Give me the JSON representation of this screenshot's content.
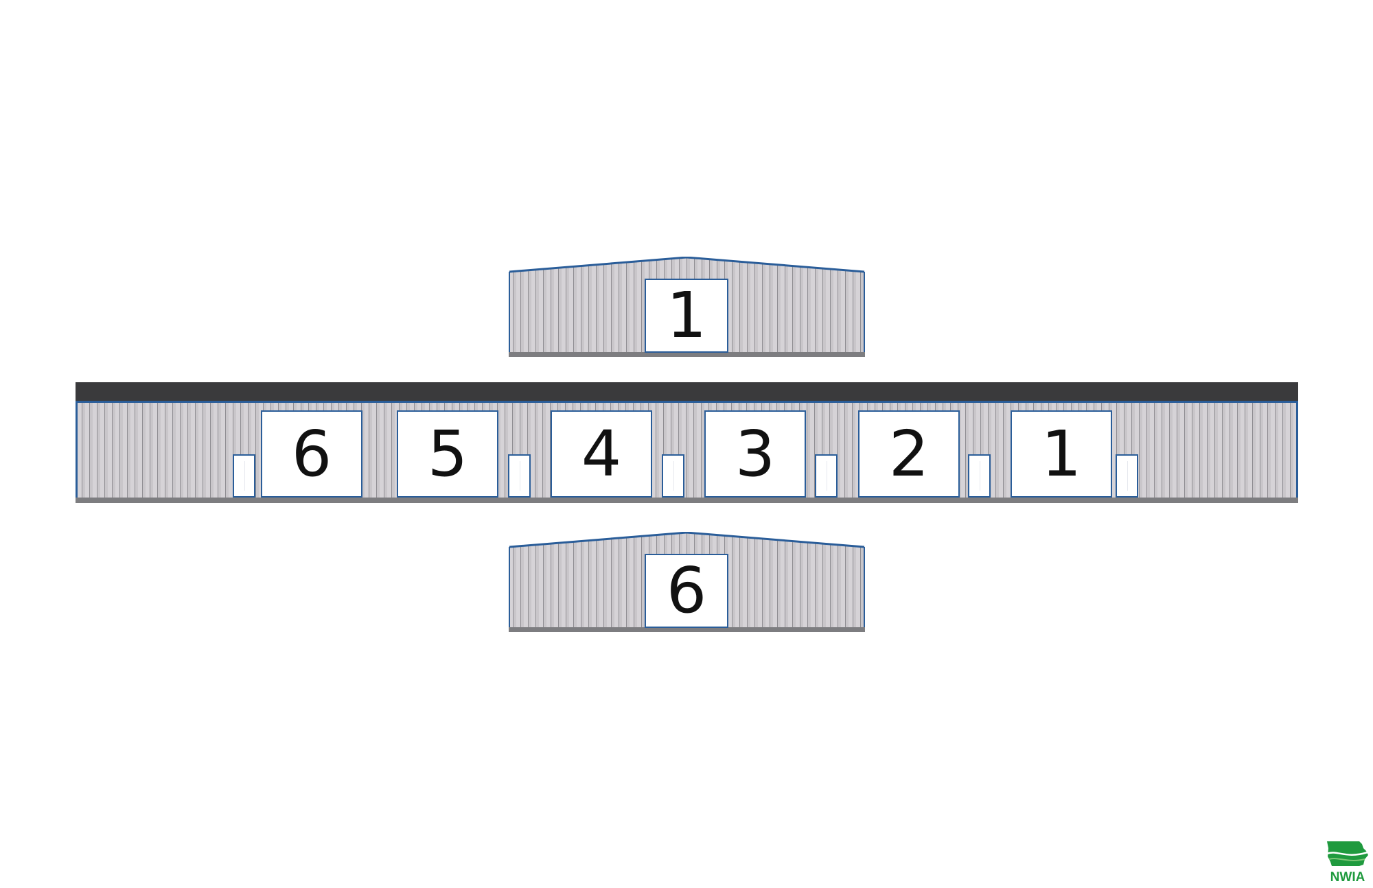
{
  "colors": {
    "siding": "#d3d0d4",
    "trim": "#2a5d99",
    "roof": "#3a3a3c",
    "base": "#7d7d80",
    "door": "#ffffff",
    "logo_green": "#1f9a3e"
  },
  "end_elevation_top": {
    "door_number": "1"
  },
  "front_elevation": {
    "doors": [
      {
        "number": "6"
      },
      {
        "number": "5"
      },
      {
        "number": "4"
      },
      {
        "number": "3"
      },
      {
        "number": "2"
      },
      {
        "number": "1"
      }
    ]
  },
  "end_elevation_bottom": {
    "door_number": "6"
  },
  "logo": {
    "text": "NWIA",
    "icon": "iowa-map-icon"
  }
}
